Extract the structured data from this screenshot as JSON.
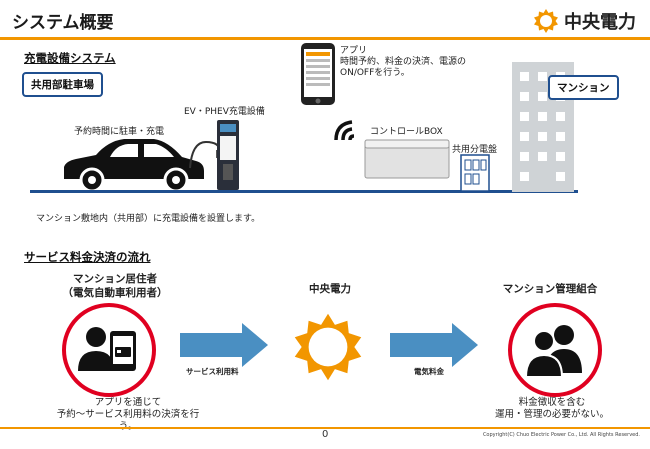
{
  "header": {
    "title": "システム概要",
    "logo_text": "中央電力",
    "colors": {
      "accent": "#f29600",
      "navy": "#1f4f8f",
      "red": "#e00020",
      "blue_arrow": "#4a8fc2"
    }
  },
  "section1": {
    "title": "充電設備システム",
    "location_label": "共用部駐車場",
    "reserve_label": "予約時間に駐車・充電",
    "charger_label": "EV・PHEV充電設備",
    "app_label_line1": "アプリ",
    "app_label_line2": "時間予約、料金の決済、電源の",
    "app_label_line3": "ON/OFFを行う。",
    "control_box_label": "コントロールBOX",
    "panel_label": "共用分電盤",
    "mansion_label": "マンション",
    "caption": "マンション敷地内（共用部）に充電設備を設置します。"
  },
  "section2": {
    "title": "サービス料金決済の流れ",
    "resident_title_line1": "マンション居住者",
    "resident_title_line2": "（電気自動車利用者）",
    "company_title": "中央電力",
    "association_title": "マンション管理組合",
    "arrow1_label": "サービス利用料",
    "arrow2_label": "電気料金",
    "resident_caption_line1": "アプリを通じて",
    "resident_caption_line2": "予約～サービス利用料の決済を行う。",
    "association_caption_line1": "料金徴収を含む",
    "association_caption_line2": "運用・管理の必要がない。"
  },
  "footer": {
    "page_number": "0",
    "copyright": "Copyright(C)  Chuo Electric Power Co., Ltd. All Rights Reserved."
  }
}
